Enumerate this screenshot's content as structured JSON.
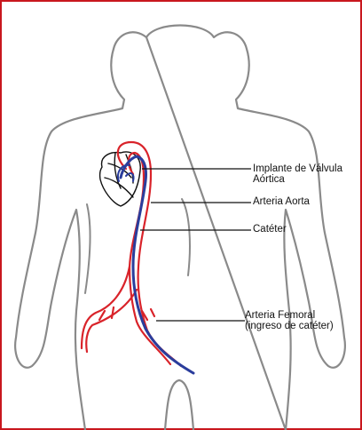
{
  "labels": {
    "valve_line1": "Implante de Válvula",
    "valve_line2": "Aórtica",
    "aorta": "Arteria Aorta",
    "catheter": "Catéter",
    "femoral_line1": "Arteria Femoral",
    "femoral_line2": "(ingreso de catéter)"
  },
  "colors": {
    "frame": "#c8171e",
    "artery": "#d9232a",
    "catheter": "#2a3d9c",
    "body_outline": "#8a8a8a",
    "heart_outline": "#111111",
    "leader_line": "#111111"
  }
}
